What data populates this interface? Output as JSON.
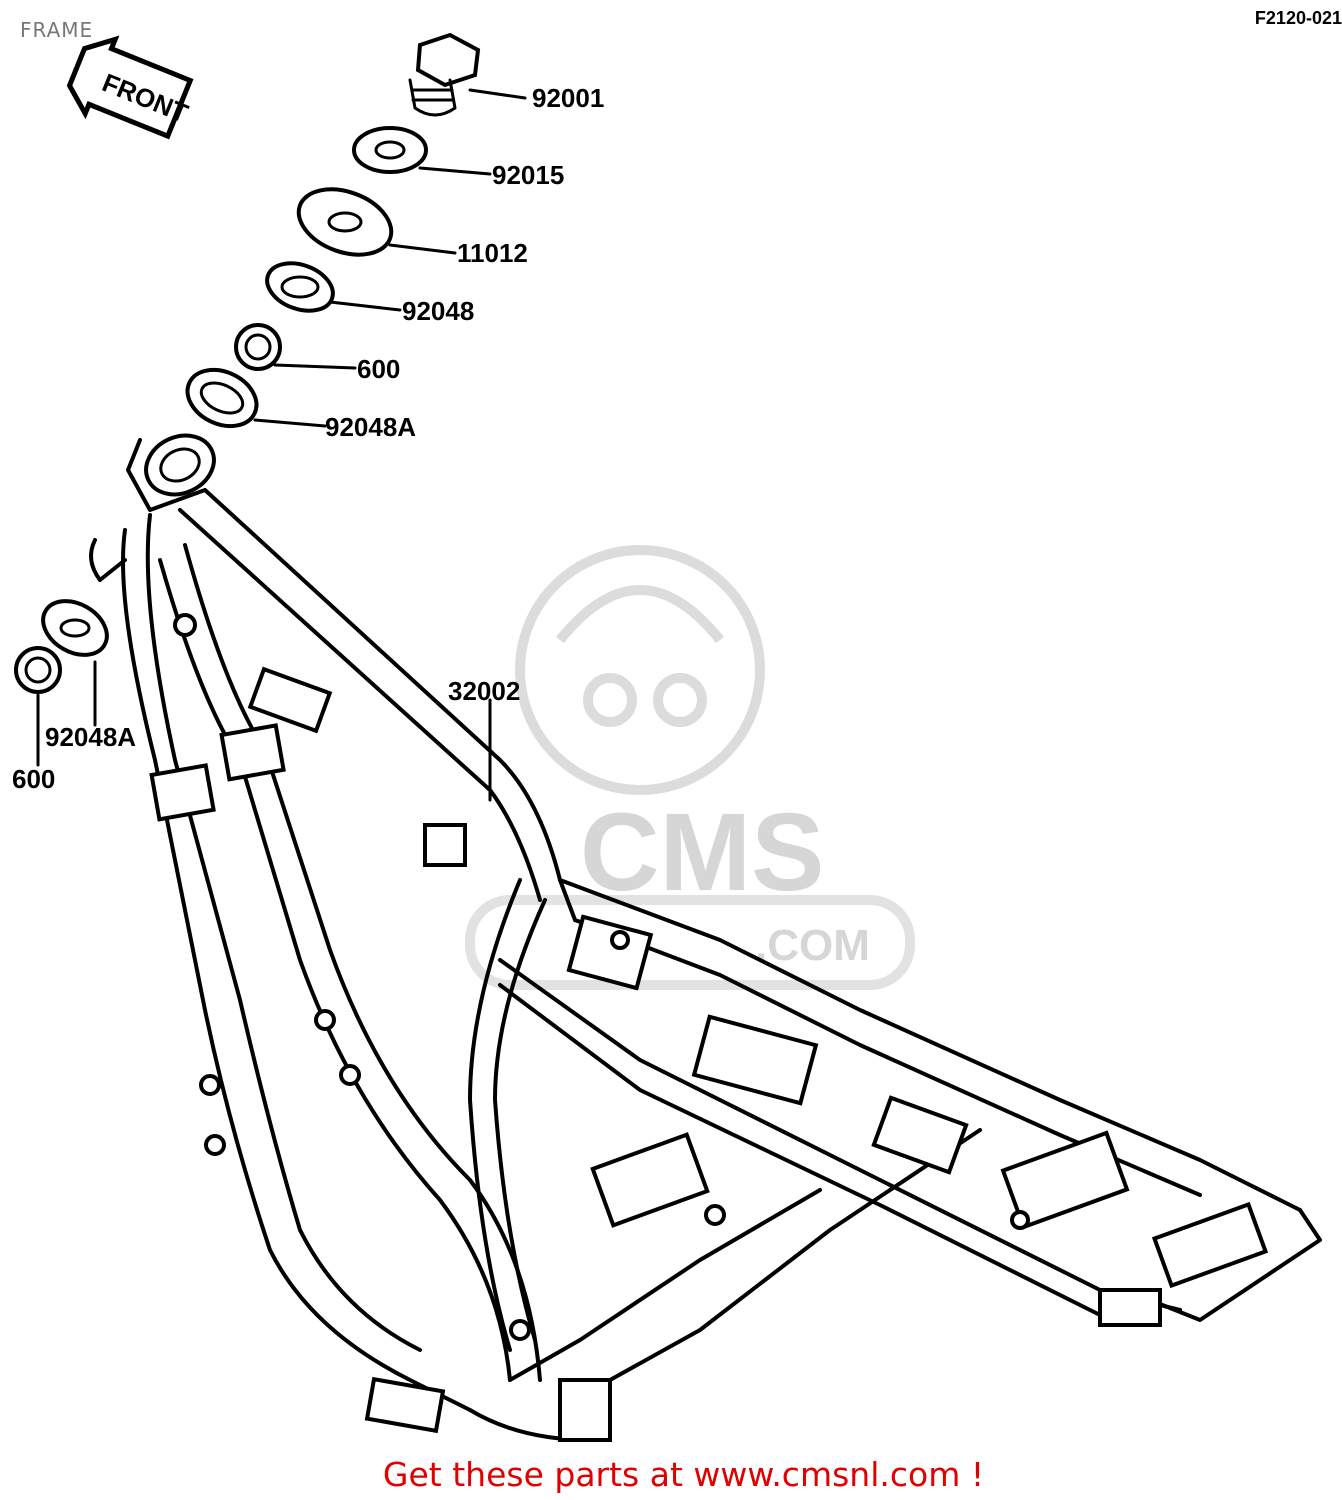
{
  "title": "FRAME",
  "reference_code": "F2120-021",
  "front_tag": "FRONT",
  "callouts": [
    {
      "id": "92001",
      "label": "92001"
    },
    {
      "id": "92015",
      "label": "92015"
    },
    {
      "id": "11012",
      "label": "11012"
    },
    {
      "id": "92048",
      "label": "92048"
    },
    {
      "id": "600-top",
      "label": "600"
    },
    {
      "id": "92048A-top",
      "label": "92048A"
    },
    {
      "id": "32002",
      "label": "32002"
    },
    {
      "id": "92048A-left",
      "label": "92048A"
    },
    {
      "id": "600-left",
      "label": "600"
    }
  ],
  "watermark": {
    "brand": "CMS",
    "domain": ".COM"
  },
  "footer": "Get these parts at www.cmsnl.com !"
}
